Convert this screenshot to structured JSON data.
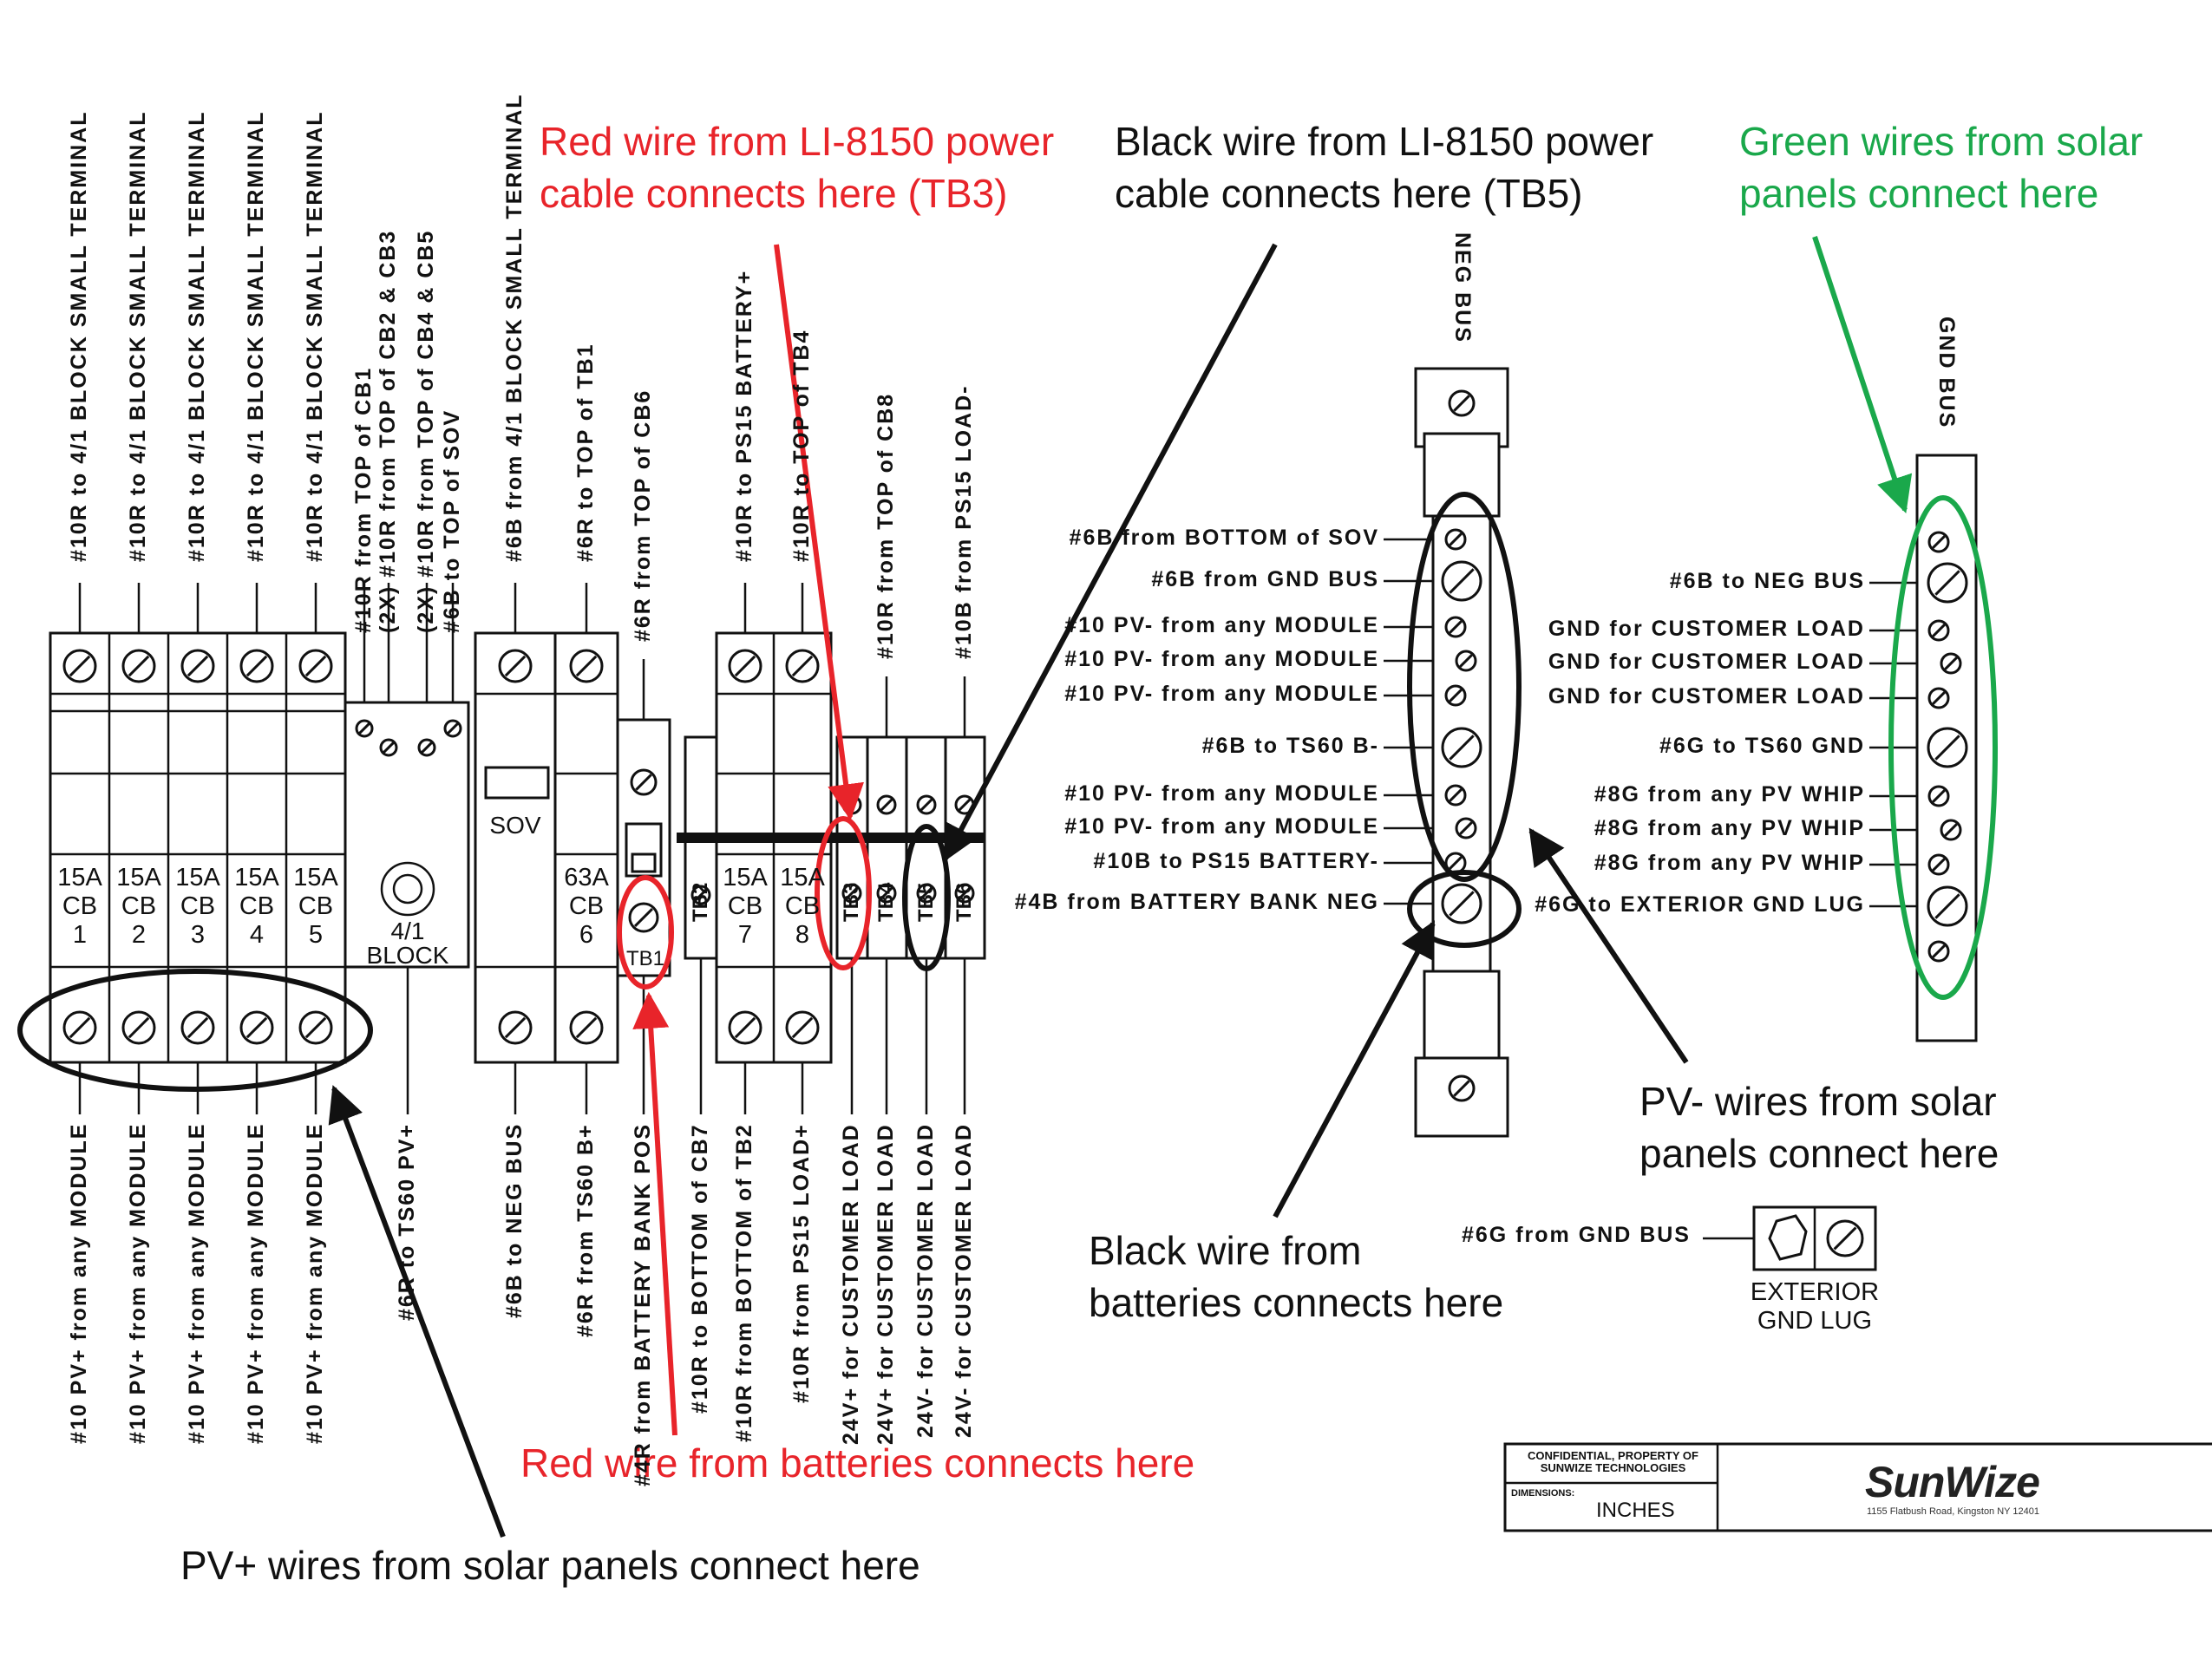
{
  "colors": {
    "red": "#e8242a",
    "black": "#111111",
    "green": "#1aa84b"
  },
  "annotations": {
    "red_tb3_line1": "Red wire from LI-8150 power",
    "red_tb3_line2": "cable connects here (TB3)",
    "black_tb5_line1": "Black wire from LI-8150 power",
    "black_tb5_line2": "cable connects here (TB5)",
    "green_line1": "Green wires from solar",
    "green_line2": "panels connect here",
    "pvminus_line1": "PV- wires from solar",
    "pvminus_line2": "panels connect here",
    "black_batt_line1": "Black wire from",
    "black_batt_line2": "batteries connects here",
    "red_batt": "Red wire from batteries connects here",
    "pvplus": "PV+ wires from solar panels connect here"
  },
  "top_labels": [
    "#10R to 4/1 BLOCK SMALL TERMINAL",
    "#10R to 4/1 BLOCK SMALL TERMINAL",
    "#10R to 4/1 BLOCK SMALL TERMINAL",
    "#10R to 4/1 BLOCK SMALL TERMINAL",
    "#10R to 4/1 BLOCK SMALL TERMINAL",
    "#10R from TOP of CB1",
    "(2X) #10R from TOP of CB2 & CB3",
    "(2X) #10R from TOP of CB4 & CB5",
    "#6B to TOP of SOV",
    "#6B from 4/1 BLOCK SMALL TERMINAL",
    "#6R to TOP of TB1",
    "#6R from TOP of CB6",
    "#10R to PS15 BATTERY+",
    "#10R to TOP of TB4",
    "#10R from TOP of CB8",
    "#10B from PS15 LOAD-"
  ],
  "bottom_labels": [
    "#10 PV+ from any MODULE",
    "#10 PV+ from any MODULE",
    "#10 PV+ from any MODULE",
    "#10 PV+ from any MODULE",
    "#10 PV+ from any MODULE",
    "#6R to TS60 PV+",
    "#6B to NEG BUS",
    "#6R from TS60 B+",
    "#4R from BATTERY BANK POS",
    "#10R to BOTTOM of CB7",
    "#10R from BOTTOM of TB2",
    "#10R from PS15 LOAD+",
    "24V+ for CUSTOMER LOAD",
    "24V+ for CUSTOMER LOAD",
    "24V- for CUSTOMER LOAD",
    "24V- for CUSTOMER LOAD"
  ],
  "breakers": [
    {
      "rating": "15A",
      "type": "CB",
      "num": "1"
    },
    {
      "rating": "15A",
      "type": "CB",
      "num": "2"
    },
    {
      "rating": "15A",
      "type": "CB",
      "num": "3"
    },
    {
      "rating": "15A",
      "type": "CB",
      "num": "4"
    },
    {
      "rating": "15A",
      "type": "CB",
      "num": "5"
    },
    {
      "rating": "63A",
      "type": "CB",
      "num": "6"
    },
    {
      "rating": "15A",
      "type": "CB",
      "num": "7"
    },
    {
      "rating": "15A",
      "type": "CB",
      "num": "8"
    }
  ],
  "block_label_1": "4/1",
  "block_label_2": "BLOCK",
  "sov_label": "SOV",
  "terminal_blocks": [
    "TB1",
    "TB2",
    "TB3",
    "TB4",
    "TB5",
    "TB6"
  ],
  "neg_bus": {
    "title": "NEG BUS",
    "labels": [
      "#6B from BOTTOM of SOV",
      "#6B from GND BUS",
      "#10 PV- from any MODULE",
      "#10 PV- from any MODULE",
      "#10 PV- from any MODULE",
      "#6B to TS60 B-",
      "#10 PV- from any MODULE",
      "#10 PV- from any MODULE",
      "#10B to PS15 BATTERY-",
      "#4B from BATTERY BANK NEG"
    ]
  },
  "gnd_bus": {
    "title": "GND BUS",
    "labels": [
      "#6B to NEG BUS",
      "GND for CUSTOMER LOAD",
      "GND for CUSTOMER LOAD",
      "GND for CUSTOMER LOAD",
      "#6G to TS60 GND",
      "#8G from any PV WHIP",
      "#8G from any PV WHIP",
      "#8G from any PV WHIP",
      "#6G to EXTERIOR GND LUG"
    ]
  },
  "ext_lug": {
    "wire_label": "#6G from GND BUS",
    "label_1": "EXTERIOR",
    "label_2": "GND LUG"
  },
  "title_block": {
    "confidential_1": "CONFIDENTIAL, PROPERTY OF",
    "confidential_2": "SUNWIZE TECHNOLOGIES",
    "dimensions_label": "DIMENSIONS:",
    "dimensions_value": "INCHES",
    "logo": "SunWize",
    "address": "1155 Flatbush Road, Kingston NY 12401"
  }
}
